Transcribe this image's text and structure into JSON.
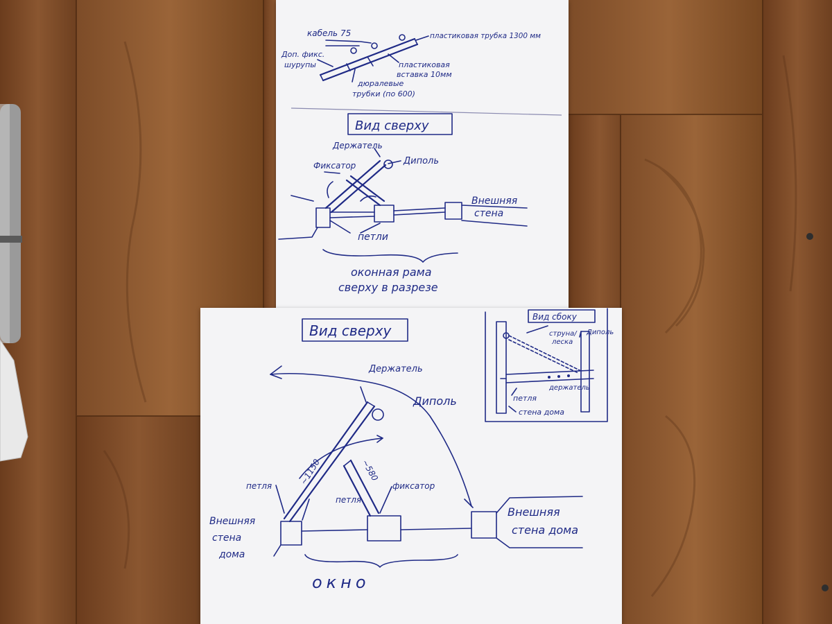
{
  "colors": {
    "ink": "#1f2a86",
    "paper": "#f4f4f6",
    "wood": "#7a4a26"
  },
  "top_sheet": {
    "mount_sketch": {
      "cable_label": "кабель 75",
      "plastic_tube_label": "пластиковая трубка 1300 мм",
      "extra_fix_label_1": "Доп. фикс.",
      "extra_fix_label_2": "шурупы",
      "insert_label_1": "пластиковая",
      "insert_label_2": "вставка 10мм",
      "duralumin_label_1": "дюралевые",
      "duralumin_label_2": "трубки (по 600)"
    },
    "view_title": "Вид сверху",
    "holder_label": "Держатель",
    "fixator_label": "Фиксатор",
    "dipole_label": "Диполь",
    "outer_wall_label_1": "Внешняя",
    "outer_wall_label_2": "стена",
    "hinges_label": "петли",
    "window_frame_label_1": "оконная рама",
    "window_frame_label_2": "сверху в разрезе"
  },
  "bottom_sheet": {
    "view_title": "Вид сверху",
    "holder_label": "Держатель",
    "dipole_label": "Диполь",
    "length_long": "~1150",
    "length_short": "~580",
    "hinge_left_label": "петля",
    "hinge_mid_label": "петля",
    "fixator_label": "фиксатор",
    "left_wall_label_1": "Внешняя",
    "left_wall_label_2": "стена",
    "left_wall_label_3": "дома",
    "right_wall_label_1": "Внешняя",
    "right_wall_label_2": "стена дома",
    "window_label": "окно",
    "side_view": {
      "title": "Вид сбоку",
      "string_label_1": "струна/",
      "string_label_2": "леска",
      "dipole_label": "Диполь",
      "holder_label": "держатель",
      "hinge_label": "петля",
      "wall_label": "стена дома"
    }
  }
}
